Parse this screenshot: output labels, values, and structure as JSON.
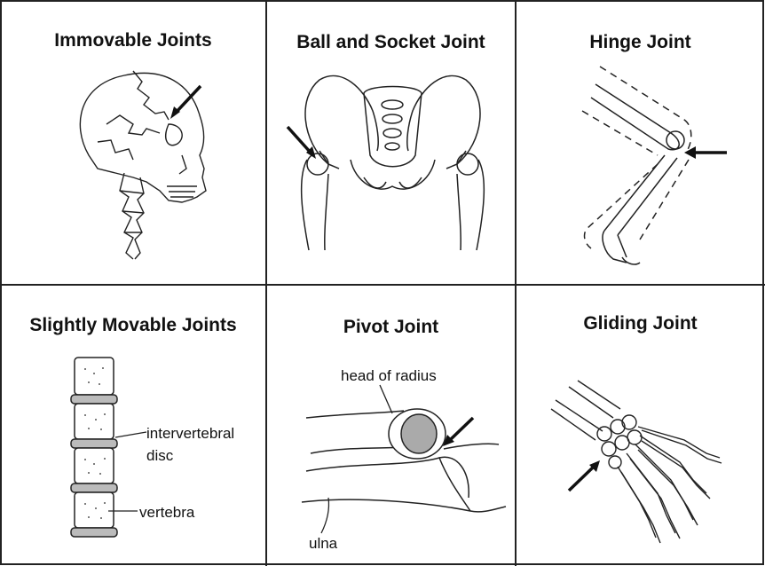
{
  "panels": [
    {
      "title": "Immovable Joints"
    },
    {
      "title": "Ball and Socket Joint"
    },
    {
      "title": "Hinge Joint"
    },
    {
      "title": "Slightly Movable Joints",
      "labels": [
        "intervertebral",
        "disc",
        "vertebra"
      ]
    },
    {
      "title": "Pivot Joint",
      "labels": [
        "head of radius",
        "ulna"
      ]
    },
    {
      "title": "Gliding Joint"
    }
  ]
}
